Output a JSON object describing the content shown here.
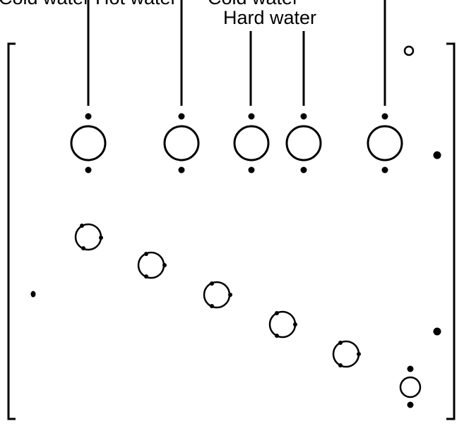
{
  "labels": {
    "cold_water_left": "Cold water",
    "hot_water": "Hot water",
    "cold_water_right": "Cold water",
    "hard_water": "Hard water"
  },
  "colors": {
    "ink": "#000000",
    "background": "#ffffff"
  }
}
